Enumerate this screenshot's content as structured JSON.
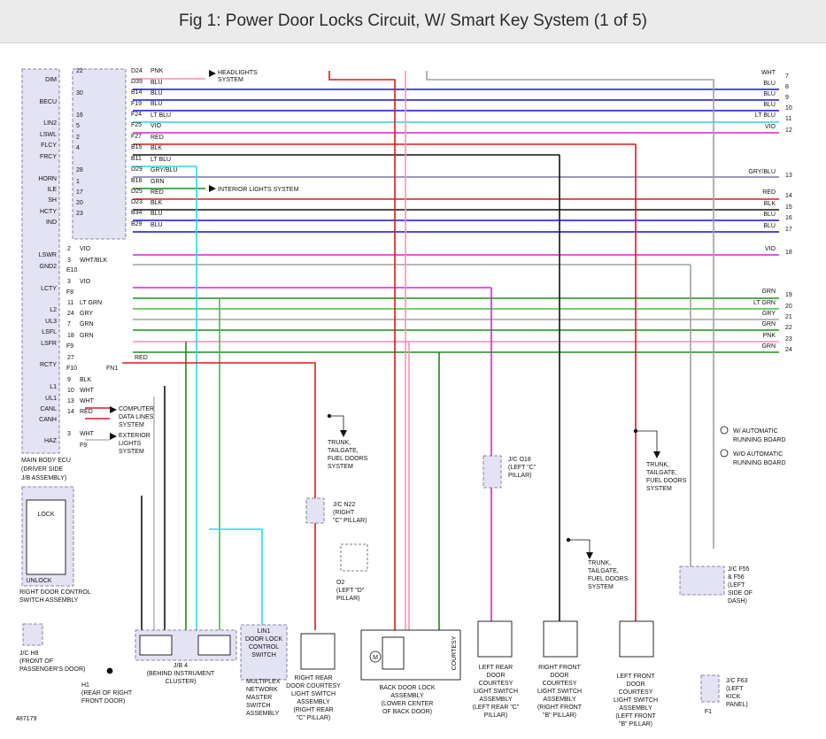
{
  "header": {
    "title": "Fig 1: Power Door Locks Circuit, W/ Smart Key System (1 of 5)"
  },
  "colors": {
    "blu": "#1010d8",
    "red": "#e01818",
    "vio": "#d820d8",
    "pnk": "#ff8fb0",
    "grn": "#189018",
    "ltgrn": "#40c040",
    "ltblu": "#28d8e8",
    "blk": "#111111",
    "gry": "#a0a0a0",
    "wht": "#b8b8b8",
    "grayblu": "#7878a8"
  },
  "ecu": {
    "name": [
      "MAIN BODY ECU",
      "(DRIVER SIDE",
      "J/B ASSEMBLY)"
    ],
    "terminals": [
      "DIM",
      "BECU",
      "LIN2",
      "LSWL",
      "FLCY",
      "FRCY",
      "HORN",
      "ILE",
      "SH",
      "HCTY",
      "IND",
      "LSWR",
      "GND2",
      "LCTY",
      "L2",
      "UL3",
      "LSFL",
      "LSFR",
      "RCTY",
      "L1",
      "UL1",
      "CANL",
      "CANH",
      "HAZ"
    ]
  },
  "pins_left": [
    "22",
    "30",
    "16",
    "5",
    "2",
    "4",
    "28",
    "1",
    "17",
    "20",
    "23",
    "2",
    "3",
    "3",
    "11",
    "24",
    "7",
    "18",
    "27",
    "9",
    "10",
    "13",
    "14",
    "3"
  ],
  "connector_ids": [
    "D24",
    "D39",
    "B14",
    "F19",
    "F24",
    "F25",
    "F27",
    "B15",
    "B11",
    "D29",
    "B18",
    "D25",
    "D23",
    "B34",
    "B29",
    "E10",
    "F8",
    "F9",
    "F10",
    "FN1",
    "F9"
  ],
  "wire_labels": [
    "PNK",
    "BLU",
    "BLU",
    "BLU",
    "LT BLU",
    "VIO",
    "RED",
    "BLK",
    "LT BLU",
    "GRY/BLU",
    "GRN",
    "RED",
    "BLK",
    "BLU",
    "BLU",
    "VIO",
    "WHT/BLK",
    "VIO",
    "LT GRN",
    "GRY",
    "GRN",
    "GRN",
    "RED",
    "BLK",
    "WHT",
    "WHT",
    "RED",
    "WHT"
  ],
  "right_labels": [
    "WHT",
    "BLU",
    "BLU",
    "BLU",
    "LT BLU",
    "VIO",
    "GRY/BLU",
    "RED",
    "BLK",
    "BLU",
    "BLU",
    "VIO",
    "GRN",
    "LT GRN",
    "GRY",
    "GRN",
    "PNK",
    "GRN"
  ],
  "right_nums": [
    "7",
    "8",
    "9",
    "10",
    "11",
    "12",
    "13",
    "14",
    "15",
    "16",
    "17",
    "18",
    "19",
    "20",
    "21",
    "22",
    "23",
    "24"
  ],
  "notes": {
    "headlights": [
      "HEADLIGHTS",
      "SYSTEM"
    ],
    "interior": "INTERIOR LIGHTS SYSTEM",
    "computer": [
      "COMPUTER",
      "DATA LINES",
      "SYSTEM"
    ],
    "exterior": [
      "EXTERIOR",
      "LIGHTS",
      "SYSTEM"
    ],
    "trunk": [
      "TRUNK,",
      "TAILGATE,",
      "FUEL DOORS",
      "SYSTEM"
    ],
    "legend1": "W/ AUTOMATIC",
    "legend1b": "RUNNING BOARD",
    "legend2": "W/O AUTOMATIC",
    "legend2b": "RUNNING BOARD"
  },
  "components": {
    "rdcs": [
      "RIGHT DOOR CONTROL",
      "SWITCH ASSEMBLY"
    ],
    "lock": "LOCK",
    "unlock": "UNLOCK",
    "jch8": [
      "J/C H8",
      "(FRONT OF",
      "PASSENGER'S DOOR)"
    ],
    "h1": [
      "H1",
      "(REAR OF RIGHT",
      "FRONT DOOR)"
    ],
    "jb4": [
      "J/B 4",
      "(BEHIND INSTRUMENT",
      "CLUSTER)"
    ],
    "mpx": [
      "MULTIPLEX",
      "NETWORK",
      "MASTER",
      "SWITCH",
      "ASSEMBLY"
    ],
    "lin1": [
      "LIN1",
      "DOOR LOCK",
      "CONTROL",
      "SWITCH"
    ],
    "rrcs": [
      "RIGHT REAR",
      "DOOR COURTESY",
      "LIGHT SWITCH",
      "ASSEMBLY",
      "(RIGHT REAR",
      "\"C\" PILLAR)"
    ],
    "bdla": [
      "BACK DOOR LOCK",
      "ASSEMBLY",
      "(LOWER CENTER",
      "OF BACK DOOR)"
    ],
    "lrcs": [
      "LEFT REAR",
      "DOOR",
      "COURTESY",
      "LIGHT SWITCH",
      "ASSEMBLY",
      "(LEFT REAR \"C\"",
      "PILLAR)"
    ],
    "rfcs": [
      "RIGHT FRONT",
      "DOOR",
      "COURTESY",
      "LIGHT SWITCH",
      "ASSEMBLY",
      "(RIGHT FRONT",
      "\"B\" PILLAR)"
    ],
    "lfcs": [
      "LEFT FRONT",
      "DOOR",
      "COURTESY",
      "LIGHT SWITCH",
      "ASSEMBLY",
      "(LEFT FRONT",
      "\"B\" PILLAR)"
    ],
    "jcn22": [
      "J/C N22",
      "(RIGHT",
      "\"C\" PILLAR)"
    ],
    "o2": [
      "O2",
      "(LEFT \"D\"",
      "PILLAR)"
    ],
    "jco18": [
      "J/C O18",
      "(LEFT \"C\"",
      "PILLAR)"
    ],
    "jcf55": [
      "J/C F55",
      "& F56",
      "(LEFT",
      "SIDE OF",
      "DASH)"
    ],
    "jcf63": [
      "J/C F63",
      "(LEFT",
      "KICK",
      "PANEL)"
    ],
    "f1": "F1",
    "courtesy": "COURTESY"
  },
  "footer_id": "487179"
}
